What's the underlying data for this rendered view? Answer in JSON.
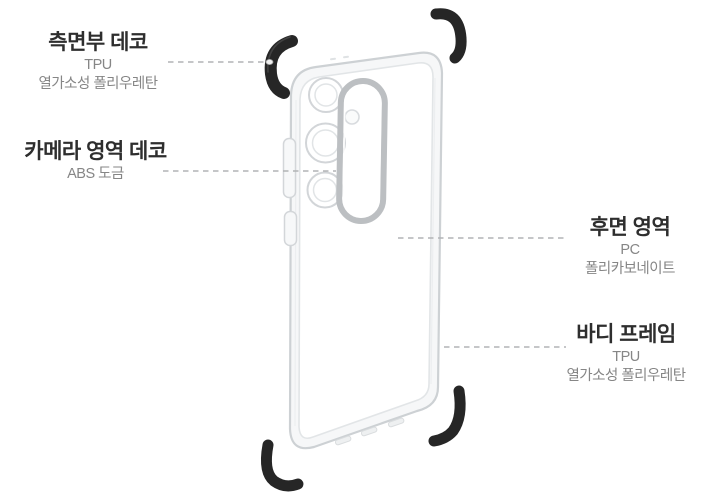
{
  "diagram": {
    "labels": [
      {
        "id": "side-deco",
        "title": "측면부 데코",
        "sub_lines": [
          "TPU",
          "열가소성 폴리우레탄"
        ]
      },
      {
        "id": "camera-deco",
        "title": "카메라 영역 데코",
        "sub_lines": [
          "ABS 도금"
        ]
      },
      {
        "id": "rear-area",
        "title": "후면 영역",
        "sub_lines": [
          "PC",
          "폴리카보네이트"
        ]
      },
      {
        "id": "body-frame",
        "title": "바디 프레임",
        "sub_lines": [
          "TPU",
          "열가소성 폴리우레탄"
        ]
      }
    ],
    "colors": {
      "background": "#ffffff",
      "label_title": "#2e2e2e",
      "label_sub": "#868686",
      "leader_line": "#b2b4b6",
      "bumper": "#262626",
      "deco_ring": "#bcbfc2"
    }
  }
}
